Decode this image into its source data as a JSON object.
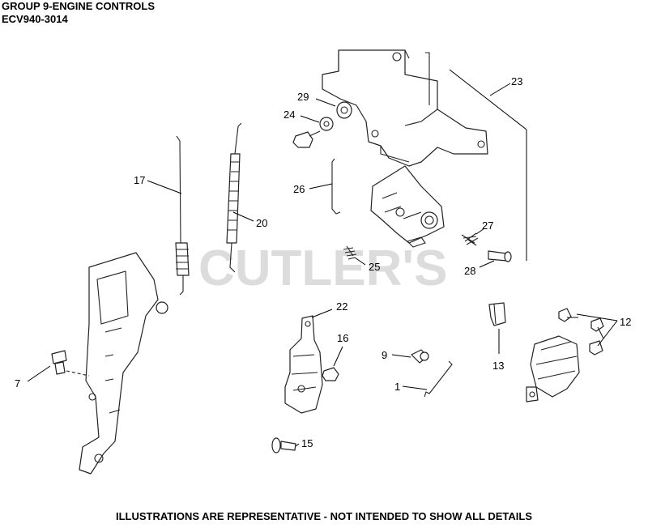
{
  "header": {
    "title": "GROUP 9-ENGINE CONTROLS",
    "model": "ECV940-3014"
  },
  "watermark": "CUTLER'S",
  "footer": "ILLUSTRATIONS ARE REPRESENTATIVE - NOT INTENDED TO SHOW ALL DETAILS",
  "callouts": [
    "1",
    "7",
    "9",
    "12",
    "13",
    "15",
    "16",
    "17",
    "20",
    "22",
    "23",
    "24",
    "25",
    "26",
    "27",
    "28",
    "29"
  ],
  "colors": {
    "line": "#222222",
    "watermark": "#dcdcdc",
    "background": "#ffffff"
  }
}
